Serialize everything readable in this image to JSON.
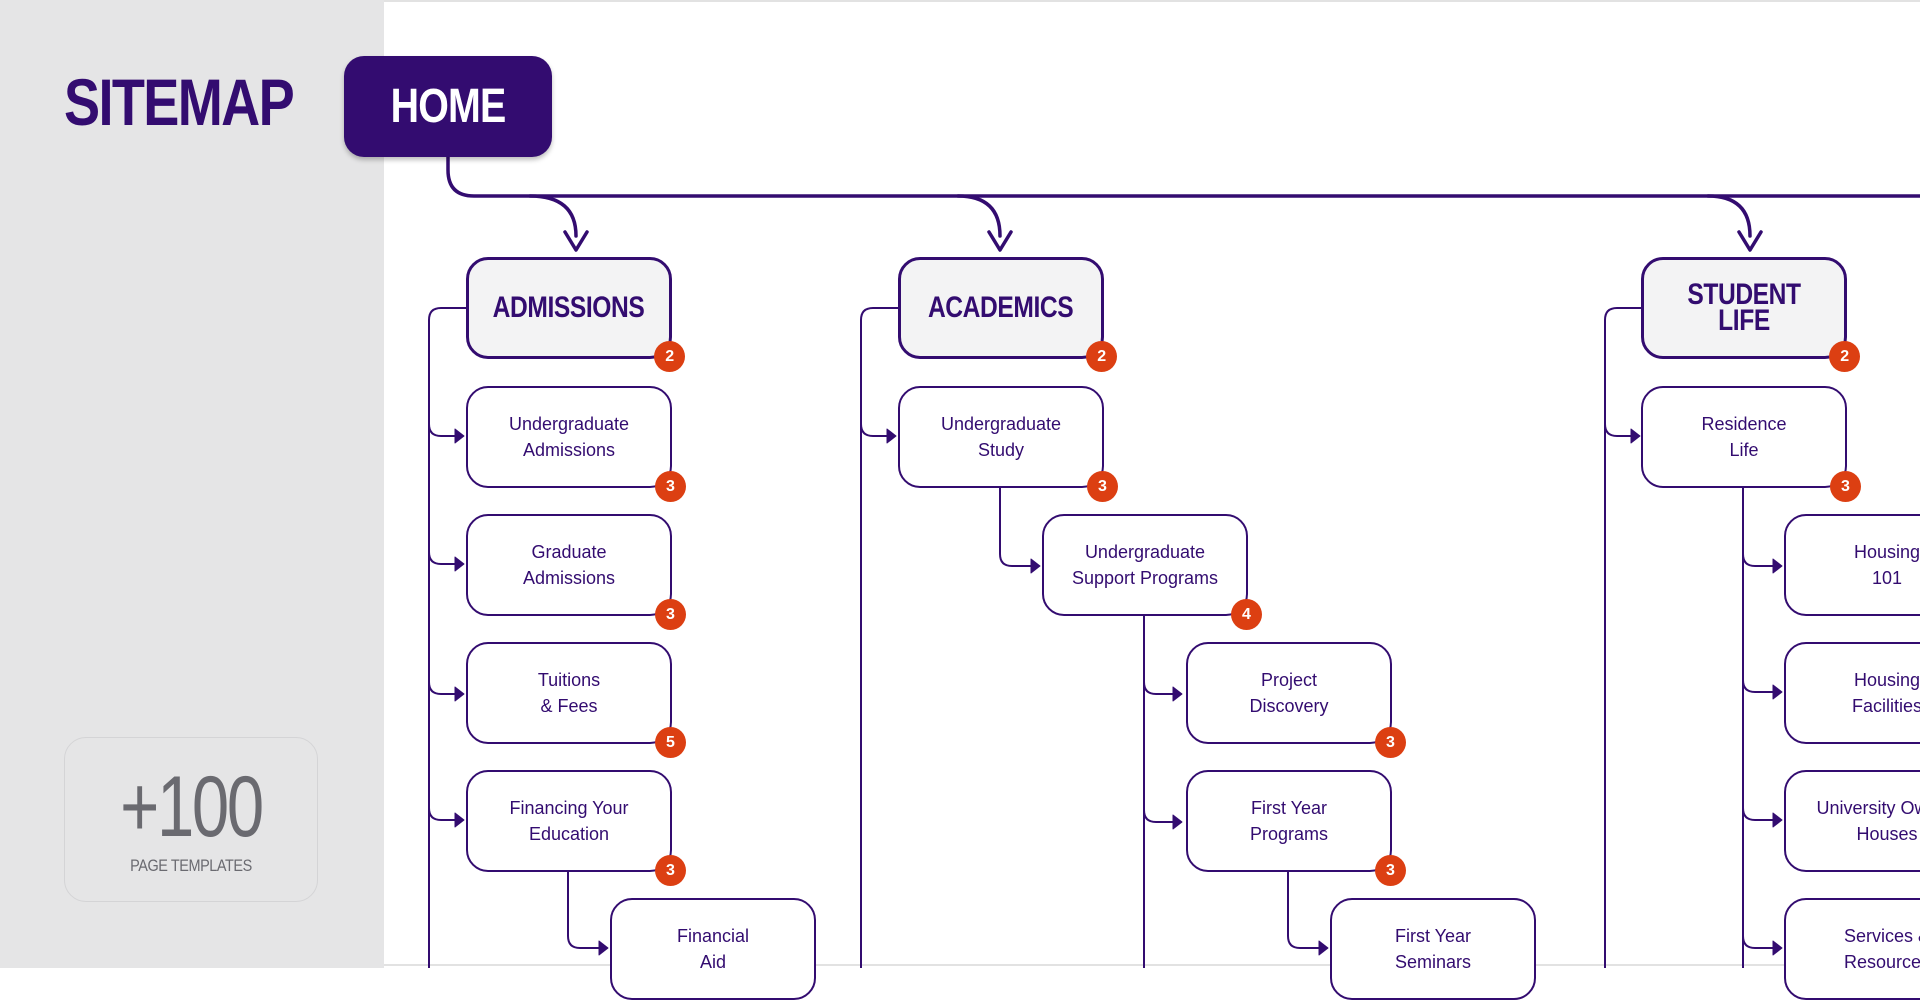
{
  "sidebar": {
    "title": "SITEMAP",
    "templates_count": "+100",
    "templates_label": "PAGE TEMPLATES"
  },
  "home": {
    "label": "HOME"
  },
  "sections": {
    "admissions": {
      "label": "ADMISSIONS",
      "badge": "2",
      "children": [
        {
          "label": "Undergraduate\nAdmissions",
          "badge": "3"
        },
        {
          "label": "Graduate\nAdmissions",
          "badge": "3"
        },
        {
          "label": "Tuitions\n& Fees",
          "badge": "5"
        },
        {
          "label": "Financing Your\nEducation",
          "badge": "3"
        },
        {
          "label": "Financial\nAid"
        }
      ]
    },
    "academics": {
      "label": "ACADEMICS",
      "badge": "2",
      "children": [
        {
          "label": "Undergraduate\nStudy",
          "badge": "3"
        },
        {
          "label": "Undergraduate\nSupport Programs",
          "badge": "4"
        },
        {
          "label": "Project\nDiscovery",
          "badge": "3"
        },
        {
          "label": "First Year\nPrograms",
          "badge": "3"
        },
        {
          "label": "First Year\nSeminars"
        }
      ]
    },
    "student_life": {
      "label": "STUDENT LIFE",
      "badge": "2",
      "children": [
        {
          "label": "Residence\nLife",
          "badge": "3"
        },
        {
          "label": "Housing\n101"
        },
        {
          "label": "Housing\nFacilities"
        },
        {
          "label": "University Owned\nHouses"
        },
        {
          "label": "Services &\nResources"
        }
      ]
    }
  },
  "colors": {
    "primary": "#330c70",
    "badge": "#dc3f12",
    "sidebar": "#e5e5e6",
    "section_fill": "#f3f3f4"
  }
}
